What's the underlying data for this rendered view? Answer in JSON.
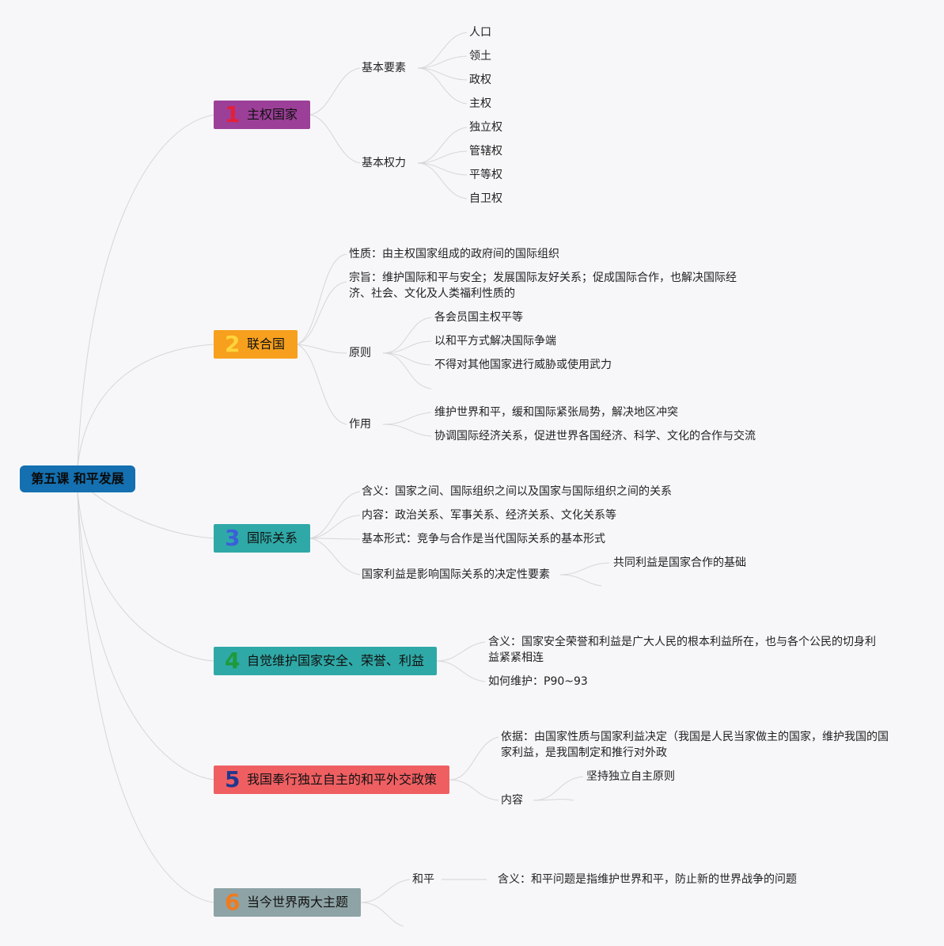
{
  "root": {
    "title": "第五课 和平发展"
  },
  "topics": [
    {
      "num": "1",
      "title": "主权国家",
      "color": "#9c3f98",
      "numColor": "#e3203a"
    },
    {
      "num": "2",
      "title": "联合国",
      "color": "#f7a01e",
      "numColor": "#ffd43b"
    },
    {
      "num": "3",
      "title": "国际关系",
      "color": "#2fa9a7",
      "numColor": "#3b5fd9"
    },
    {
      "num": "4",
      "title": "自觉维护国家安全、荣誉、利益",
      "color": "#2fa9a7",
      "numColor": "#1e9a3c"
    },
    {
      "num": "5",
      "title": "我国奉行独立自主的和平外交政策",
      "color": "#ef5f62",
      "numColor": "#22378f"
    },
    {
      "num": "6",
      "title": "当今世界两大主题",
      "color": "#8ea3a5",
      "numColor": "#f07a1e"
    }
  ],
  "t1": {
    "elements": {
      "label": "基本要素",
      "items": [
        "人口",
        "领土",
        "政权",
        "主权"
      ]
    },
    "powers": {
      "label": "基本权力",
      "items": [
        "独立权",
        "管辖权",
        "平等权",
        "自卫权"
      ]
    }
  },
  "t2": {
    "nature": "性质：由主权国家组成的政府间的国际组织",
    "purpose": "宗旨：维护国际和平与安全；发展国际友好关系；促成国际合作，也解决国际经济、社会、文化及人类福利性质的",
    "principles": {
      "label": "原则",
      "items": [
        "各会员国主权平等",
        "以和平方式解决国际争端",
        "不得对其他国家进行威胁或使用武力"
      ]
    },
    "role": {
      "label": "作用",
      "items": [
        "维护世界和平，缓和国际紧张局势，解决地区冲突",
        "协调国际经济关系，促进世界各国经济、科学、文化的合作与交流"
      ]
    }
  },
  "t3": {
    "meaning": "含义：国家之间、国际组织之间以及国家与国际组织之间的关系",
    "content": "内容：政治关系、军事关系、经济关系、文化关系等",
    "form": "基本形式：竞争与合作是当代国际关系的基本形式",
    "interest": "国家利益是影响国际关系的决定性要素",
    "common": "共同利益是国家合作的基础"
  },
  "t4": {
    "meaning": "含义：国家安全荣誉和利益是广大人民的根本利益所在，也与各个公民的切身利益紧紧相连",
    "how": "如何维护：P90~93"
  },
  "t5": {
    "basis": "依据：由国家性质与国家利益决定（我国是人民当家做主的国家，维护我国的国家利益，是我国制定和推行对外政",
    "content": {
      "label": "内容",
      "items": [
        "坚持独立自主原则"
      ]
    }
  },
  "t6": {
    "peace": {
      "label": "和平",
      "meaning": "含义：和平问题是指维护世界和平，防止新的世界战争的问题"
    }
  }
}
